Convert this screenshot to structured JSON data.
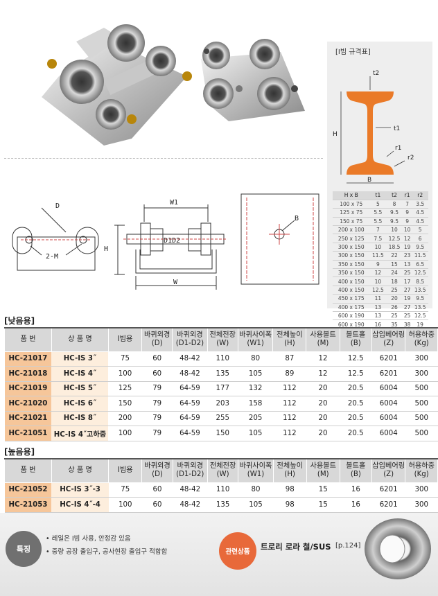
{
  "spec_title": "[I빔 규격표]",
  "ibeam_labels": {
    "t2": "t2",
    "t1": "t1",
    "r1": "r1",
    "r2": "r2",
    "h": "H",
    "b": "B"
  },
  "spec_table": {
    "headers": [
      "H x B",
      "t1",
      "t2",
      "r1",
      "r2"
    ],
    "rows": [
      [
        "100 x 75",
        "5",
        "8",
        "7",
        "3.5"
      ],
      [
        "125 x 75",
        "5.5",
        "9.5",
        "9",
        "4.5"
      ],
      [
        "150 x 75",
        "5.5",
        "9.5",
        "9",
        "4.5"
      ],
      [
        "200 x 100",
        "7",
        "10",
        "10",
        "5"
      ],
      [
        "250 x 125",
        "7.5",
        "12.5",
        "12",
        "6"
      ],
      [
        "300 x 150",
        "10",
        "18.5",
        "19",
        "9.5"
      ],
      [
        "300 x 150",
        "11.5",
        "22",
        "23",
        "11.5"
      ],
      [
        "350 x 150",
        "9",
        "15",
        "13",
        "6.5"
      ],
      [
        "350 x 150",
        "12",
        "24",
        "25",
        "12.5"
      ],
      [
        "400 x 150",
        "10",
        "18",
        "17",
        "8.5"
      ],
      [
        "400 x 150",
        "12.5",
        "25",
        "27",
        "13.5"
      ],
      [
        "450 x 175",
        "11",
        "20",
        "19",
        "9.5"
      ],
      [
        "400 x 175",
        "13",
        "26",
        "27",
        "13.5"
      ],
      [
        "600 x 190",
        "13",
        "25",
        "25",
        "12.5"
      ],
      [
        "600 x 190",
        "16",
        "35",
        "38",
        "19"
      ]
    ]
  },
  "drawing_labels": {
    "d": "D",
    "m": "2-M",
    "h": "H",
    "w1": "W1",
    "d1d2": "D1D2",
    "w": "W",
    "b": "B"
  },
  "low_section": {
    "label": "[낮음용]",
    "headers": [
      [
        "품 번"
      ],
      [
        "상 품 명"
      ],
      [
        "I빔용"
      ],
      [
        "바퀴외경",
        "(D)"
      ],
      [
        "바퀴외경",
        "(D1-D2)"
      ],
      [
        "전체전장",
        "(W)"
      ],
      [
        "바퀴사이폭",
        "(W1)"
      ],
      [
        "전체높이",
        "(H)"
      ],
      [
        "사용볼트",
        "(M)"
      ],
      [
        "볼트홀",
        "(B)"
      ],
      [
        "삽입베어링",
        "(Z)"
      ],
      [
        "허용하중",
        "(Kg)"
      ]
    ],
    "rows": [
      [
        "HC-21017",
        "HC-IS 3˝",
        "75",
        "60",
        "48-42",
        "110",
        "80",
        "87",
        "12",
        "12.5",
        "6201",
        "300"
      ],
      [
        "HC-21018",
        "HC-IS 4˝",
        "100",
        "60",
        "48-42",
        "135",
        "105",
        "89",
        "12",
        "12.5",
        "6201",
        "300"
      ],
      [
        "HC-21019",
        "HC-IS 5˝",
        "125",
        "79",
        "64-59",
        "177",
        "132",
        "112",
        "20",
        "20.5",
        "6004",
        "500"
      ],
      [
        "HC-21020",
        "HC-IS 6˝",
        "150",
        "79",
        "64-59",
        "203",
        "158",
        "112",
        "20",
        "20.5",
        "6004",
        "500"
      ],
      [
        "HC-21021",
        "HC-IS 8˝",
        "200",
        "79",
        "64-59",
        "255",
        "205",
        "112",
        "20",
        "20.5",
        "6004",
        "500"
      ],
      [
        "HC-21051",
        "HC-IS 4˝고하중",
        "100",
        "79",
        "64-59",
        "150",
        "105",
        "112",
        "20",
        "20.5",
        "6004",
        "500"
      ]
    ]
  },
  "high_section": {
    "label": "[높음용]",
    "headers": [
      [
        "품 번"
      ],
      [
        "상 품 명"
      ],
      [
        "I빔용"
      ],
      [
        "바퀴외경",
        "(D)"
      ],
      [
        "바퀴외경",
        "(D1-D2)"
      ],
      [
        "전체전장",
        "(W)"
      ],
      [
        "바퀴사이폭",
        "(W1)"
      ],
      [
        "전체높이",
        "(H)"
      ],
      [
        "사용볼트",
        "(M)"
      ],
      [
        "볼트홀",
        "(B)"
      ],
      [
        "삽입베어링",
        "(Z)"
      ],
      [
        "허용하중",
        "(Kg)"
      ]
    ],
    "rows": [
      [
        "HC-21052",
        "HC-IS 3˝-3",
        "75",
        "60",
        "48-42",
        "110",
        "80",
        "98",
        "15",
        "16",
        "6201",
        "300"
      ],
      [
        "HC-21053",
        "HC-IS 4˝-4",
        "100",
        "60",
        "48-42",
        "135",
        "105",
        "98",
        "15",
        "16",
        "6201",
        "300"
      ]
    ]
  },
  "feature": {
    "badge": "특징",
    "items": [
      "• 레일은 I빔 사용, 안정감 있음",
      "• 중량 공장 출입구, 공사현장 출입구 적합함"
    ]
  },
  "related": {
    "badge": "관련상품",
    "name": "트로리 로라 철/SUS",
    "page": "[p.124]"
  },
  "colors": {
    "orange": "#e8693a",
    "part_no_bg": "#f6c69a",
    "name_bg": "#fdeedd",
    "header_bg": "#d8d8d8"
  }
}
